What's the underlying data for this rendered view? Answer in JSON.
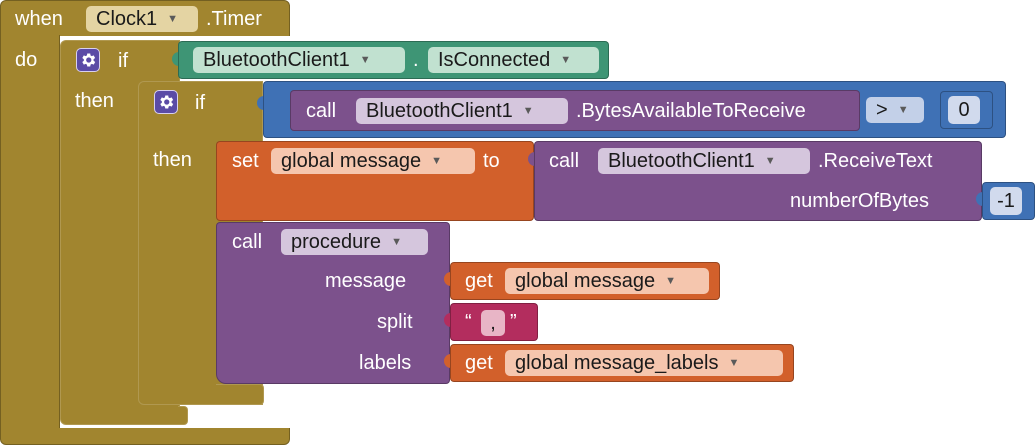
{
  "event": {
    "keyword_when": "when",
    "component": "Clock1",
    "event_name": ".Timer",
    "keyword_do": "do"
  },
  "if_outer": {
    "keyword_if": "if",
    "keyword_then": "then",
    "condition": {
      "component": "BluetoothClient1",
      "dot": ".",
      "property": "IsConnected"
    }
  },
  "if_inner": {
    "keyword_if": "if",
    "keyword_then": "then",
    "compare": {
      "keyword_call": "call",
      "component": "BluetoothClient1",
      "method": ".BytesAvailableToReceive",
      "operator": ">",
      "value": "0"
    }
  },
  "set_block": {
    "keyword_set": "set",
    "variable": "global message",
    "keyword_to": "to",
    "call": {
      "keyword_call": "call",
      "component": "BluetoothClient1",
      "method": ".ReceiveText",
      "param_label": "numberOfBytes",
      "param_value": "-1"
    }
  },
  "proc_call": {
    "keyword_call": "call",
    "procedure": "procedure",
    "args": [
      {
        "label": "message",
        "keyword_get": "get",
        "variable": "global message"
      },
      {
        "label": "split",
        "open_quote": "“",
        "text": ",",
        "close_quote": "”"
      },
      {
        "label": "labels",
        "keyword_get": "get",
        "variable": "global message_labels"
      }
    ]
  },
  "colors": {
    "control": "#A1852F",
    "logic": "#3E9575",
    "math": "#3F71B5",
    "procedure": "#7C518C",
    "variable": "#D2602B",
    "text": "#B32D5E",
    "mutator_gear": "#5B4BA6"
  },
  "icons": {
    "mutator": "gear-icon",
    "dropdown": "triangle-down-icon"
  }
}
